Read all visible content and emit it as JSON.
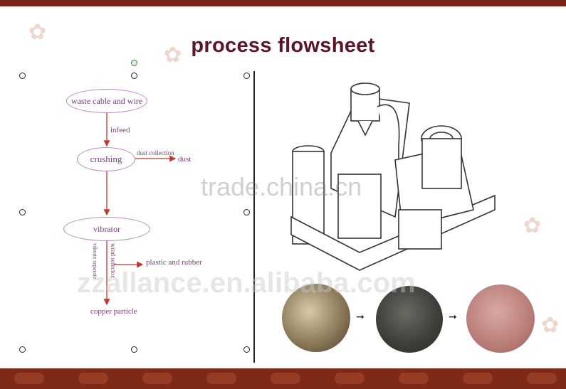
{
  "title": "process flowsheet",
  "flow": {
    "node_waste": "waste cable and wire",
    "edge_infeed": "infeed",
    "node_crushing": "crushing",
    "edge_dust_collection": "dust collection",
    "node_dust": "dust",
    "node_vibrator": "vibrator",
    "edge_vibrate": "vibrate separate",
    "edge_wind": "wind selector",
    "node_plastic": "plastic and rubber",
    "node_copper": "copper particle"
  },
  "watermarks": {
    "trade": "trade.china.cn",
    "alibaba": "zzallance.en.alibaba.com"
  },
  "colors": {
    "band": "#7a2614",
    "title": "#5a1628",
    "flow_text": "#7a3d7a",
    "flow_arrow": "#c0392b"
  },
  "icons": [
    "machine-illustration",
    "cable-scrap-photo",
    "granule-dark-photo",
    "copper-powder-photo"
  ]
}
